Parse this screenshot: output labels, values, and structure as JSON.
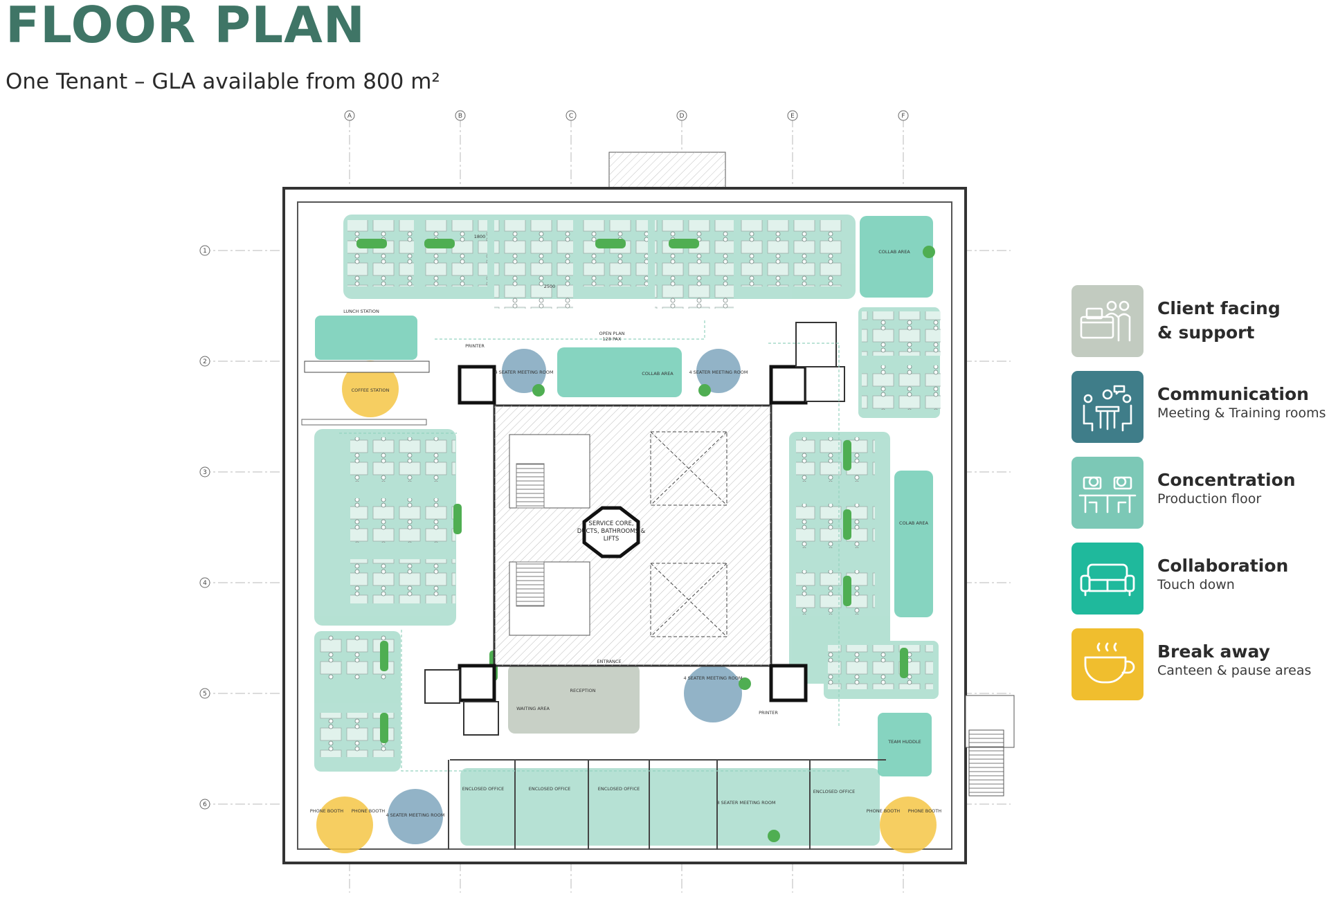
{
  "title": "FLOOR PLAN",
  "subtitle": "One Tenant – GLA available from 800 m²",
  "colors": {
    "title": "#3f7566",
    "concentration": "#a9dccc",
    "collaboration": "#71cdb5",
    "communication": "#7fa6bd",
    "client_facing": "#c2cbc0",
    "break_away": "#f4c545"
  },
  "grid": {
    "columns": [
      "A",
      "B",
      "C",
      "D",
      "E",
      "F"
    ],
    "rows": [
      "1",
      "2",
      "3",
      "4",
      "5",
      "6"
    ]
  },
  "plan_labels": {
    "service_core_1": "SERVICE CORE,",
    "service_core_2": "DUCTS, BATHROOMS &",
    "service_core_3": "LIFTS",
    "open_plan_1": "OPEN PLAN",
    "open_plan_2": "128 PAX",
    "lunch_station": "LUNCH STATION",
    "printer_top": "PRINTER",
    "printer_bottom": "PRINTER",
    "entrance": "ENTRANCE",
    "reception": "RECEPTION",
    "collab_area_top": "COLLAB AREA",
    "collab_area_right": "COLAB AREA",
    "collab_area_mid": "COLLAB AREA",
    "meeting_room_top_left": "4 SEATER MEETING ROOM",
    "meeting_room_top_right": "4 SEATER MEETING ROOM",
    "meeting_room_bottom": "4 SEATER MEETING ROOM",
    "meeting_room_sw": "4 SEATER MEETING ROOM",
    "meeting_room_8": "8 SEATER MEETING ROOM",
    "waiting_area": "WAITING AREA",
    "coffee_station": "COFFEE STATION",
    "team_huddle": "TEAM HUDDLE",
    "enclosed_office": "ENCLOSED OFFICE",
    "phone_booth": "PHONE BOOTH",
    "dim_1800": "1800",
    "dim_2500": "2500"
  },
  "legend": [
    {
      "title_1": "Client facing",
      "title_2": "& support",
      "subtitle": "",
      "color": "#c2cbc0",
      "icon": "reception-desk-icon"
    },
    {
      "title_1": "Communication",
      "title_2": "",
      "subtitle": "Meeting & Training rooms",
      "color": "#3f7d89",
      "icon": "meeting-table-icon"
    },
    {
      "title_1": "Concentration",
      "title_2": "",
      "subtitle": "Production floor",
      "color": "#7cc8b6",
      "icon": "desk-workers-icon"
    },
    {
      "title_1": "Collaboration",
      "title_2": "",
      "subtitle": "Touch down",
      "color": "#1fb99c",
      "icon": "sofa-icon"
    },
    {
      "title_1": "Break away",
      "title_2": "",
      "subtitle": "Canteen & pause areas",
      "color": "#f0be2e",
      "icon": "coffee-cup-icon"
    }
  ]
}
